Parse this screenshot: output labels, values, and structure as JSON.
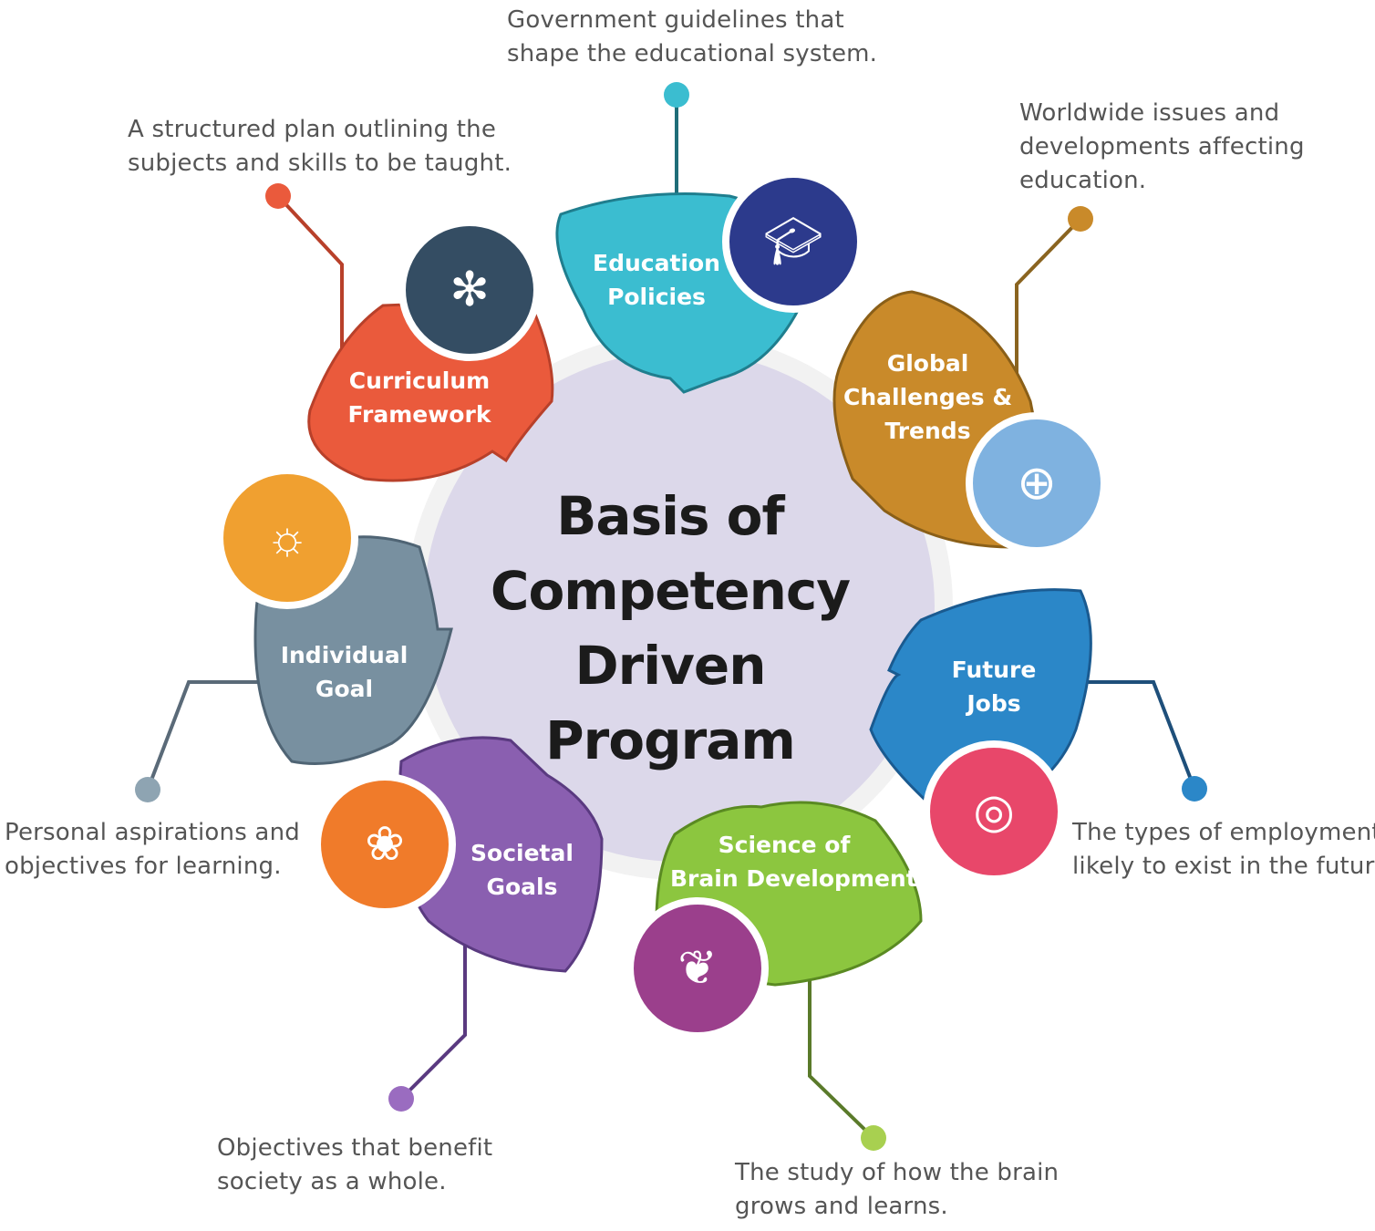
{
  "title": {
    "line1": "Basis of",
    "line2": "Competency",
    "line3": "Driven Program"
  },
  "nodes": [
    {
      "label": [
        "Education",
        "Policies"
      ],
      "description": [
        "Government guidelines that",
        "shape the educational system."
      ],
      "color": "#3bbdd0",
      "icon_color": "#2c3a8c",
      "icon": "graduation-books-icon"
    },
    {
      "label": [
        "Global",
        "Challenges &",
        "Trends"
      ],
      "description": [
        "Worldwide issues and",
        "developments affecting",
        "education."
      ],
      "color": "#c98a2a",
      "icon_color": "#7fb2e0",
      "icon": "globe-people-icon"
    },
    {
      "label": [
        "Future",
        "Jobs"
      ],
      "description": [
        "The types of employment",
        "likely to exist in the future."
      ],
      "color": "#2b87c8",
      "icon_color": "#e8476a",
      "icon": "fingerprint-icon"
    },
    {
      "label": [
        "Science of",
        "Brain Development"
      ],
      "description": [
        "The study of how the brain",
        "grows and learns."
      ],
      "color": "#8cc63f",
      "icon_color": "#9b3f8c",
      "icon": "brain-book-icon"
    },
    {
      "label": [
        "Societal",
        "Goals"
      ],
      "description": [
        "Objectives that benefit",
        "society as a whole."
      ],
      "color": "#8a5fb0",
      "icon_color": "#f07b2a",
      "icon": "hands-people-icon"
    },
    {
      "label": [
        "Individual",
        "Goal"
      ],
      "description": [
        "Personal aspirations and",
        "objectives for learning."
      ],
      "color": "#7890a0",
      "icon_color": "#f0a030",
      "icon": "person-idea-icon"
    },
    {
      "label": [
        "Curriculum",
        "Framework"
      ],
      "description": [
        "A structured plan outlining the",
        "subjects and skills to be taught."
      ],
      "color": "#ea5a3c",
      "icon_color": "#344d63",
      "icon": "network-document-icon"
    }
  ]
}
